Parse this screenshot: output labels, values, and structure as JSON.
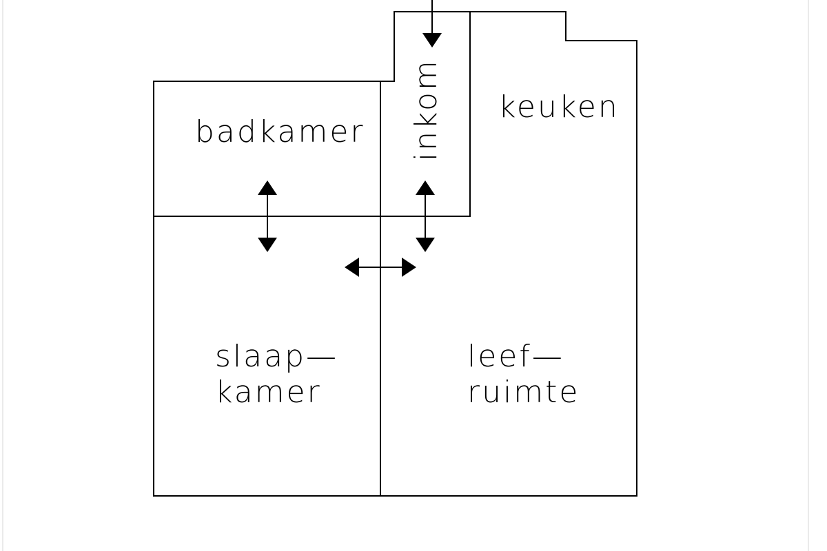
{
  "floor_plan": {
    "rooms": {
      "badkamer": "badkamer",
      "inkom": "inkom",
      "keuken": "keuken",
      "slaapkamer_line1": "slaap—",
      "slaapkamer_line2": "kamer",
      "leefruimte_line1": "leef—",
      "leefruimte_line2": "ruimte"
    },
    "colors": {
      "wall": "#000000",
      "background": "#ffffff"
    }
  }
}
